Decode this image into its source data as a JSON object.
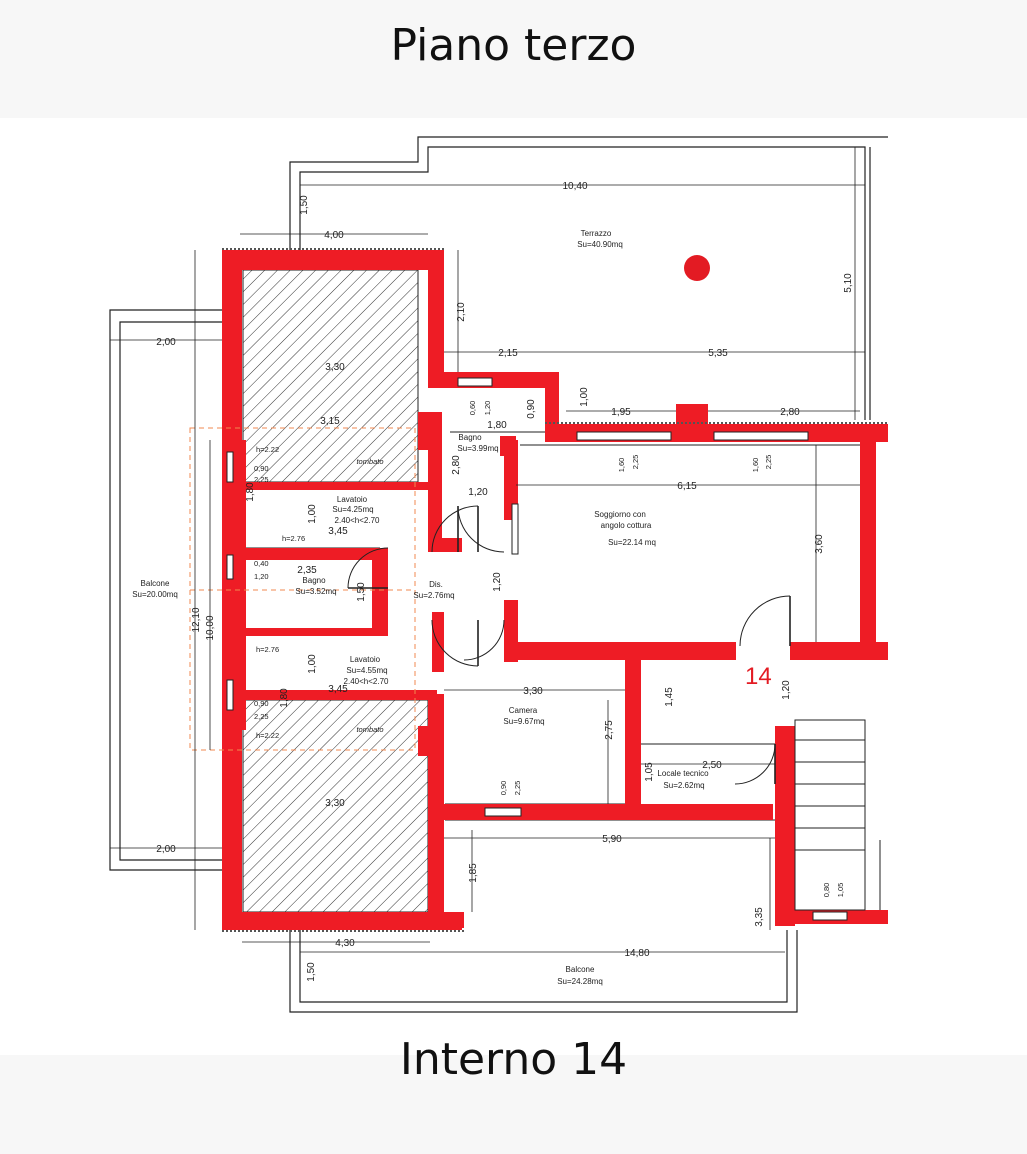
{
  "header": {
    "title": "Piano terzo"
  },
  "footer": {
    "title": "Interno 14"
  },
  "colors": {
    "wall": "#ee1c25",
    "line": "#222222",
    "marker": "#e31b23"
  },
  "unit_number": "14",
  "rooms": {
    "terrazzo": {
      "name": "Terrazzo",
      "area": "Su=40.90mq"
    },
    "bagno_top": {
      "name": "Bagno",
      "area": "Su=3.99mq"
    },
    "soggiorno": {
      "name1": "Soggiorno con",
      "name2": "angolo cottura",
      "area": "Su=22.14 mq"
    },
    "lavatoio_top": {
      "name": "Lavatoio",
      "area": "Su=4.25mq",
      "height": "2.40<h<2.70"
    },
    "bagno_mid": {
      "name": "Bagno",
      "area": "Su=3.52mq"
    },
    "dis": {
      "name": "Dis.",
      "area": "Su=2.76mq"
    },
    "balcone_left": {
      "name": "Balcone",
      "area": "Su=20.00mq"
    },
    "lavatoio_bot": {
      "name": "Lavatoio",
      "area": "Su=4.55mq",
      "height": "2.40<h<2.70"
    },
    "camera": {
      "name": "Camera",
      "area": "Su=9.67mq"
    },
    "locale_tecnico": {
      "name": "Locale tecnico",
      "area": "Su=2.62mq"
    },
    "balcone_bottom": {
      "name": "Balcone",
      "area": "Su=24.28mq"
    },
    "tombato_top": "tombato",
    "tombato_bot": "tombato"
  },
  "heights": {
    "h222a": "h=2.22",
    "h276a": "h=2.76",
    "h276b": "h=2.76",
    "h222b": "h=2.22"
  },
  "dimensions": {
    "d1040": "10,40",
    "d150a": "1,50",
    "d400": "4,00",
    "d510": "5,10",
    "d210": "2,10",
    "d200a": "2,00",
    "d215": "2,15",
    "d535": "5,35",
    "d330a": "3,30",
    "d100a": "1,00",
    "d315": "3,15",
    "d060": "0,60",
    "d120a": "1,20",
    "d090a": "0,90",
    "d180a": "1,80",
    "d195": "1,95",
    "d280a": "2,80",
    "d160a": "1,60",
    "d225a": "2,25",
    "d160b": "1,60",
    "d225b": "2,25",
    "d280b": "2,80",
    "d120b": "1,20",
    "d615": "6,15",
    "d090b": "0,90",
    "d225c": "2,25",
    "d180b": "1,80",
    "d100b": "1,00",
    "d345a": "3,45",
    "d360": "3,60",
    "d040": "0,40",
    "d120c": "1,20",
    "d235": "2,35",
    "d150b": "1,50",
    "d120d": "1,20",
    "d1210": "12,10",
    "d1000": "10,00",
    "d100c": "1,00",
    "d345b": "3,45",
    "d330b": "3,30",
    "d145": "1,45",
    "d120e": "1,20",
    "d090c": "0,90",
    "d225d": "2,25",
    "d180c": "1,80",
    "d275": "2,75",
    "d250": "2,50",
    "d105a": "1,05",
    "d090d": "0,90",
    "d225e": "2,25",
    "d330c": "3,30",
    "d200b": "2,00",
    "d590": "5,90",
    "d185": "1,85",
    "d080": "0,80",
    "d105b": "1,05",
    "d335": "3,35",
    "d430": "4,30",
    "d1480": "14,80",
    "d150c": "1,50"
  }
}
